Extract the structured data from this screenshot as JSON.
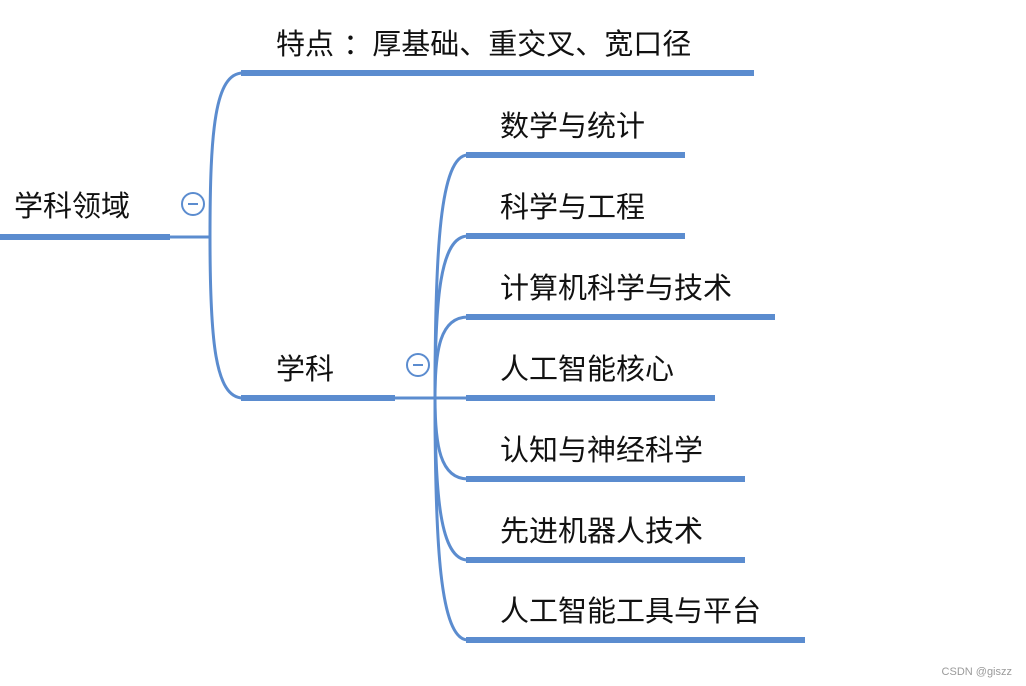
{
  "colors": {
    "branch": "#5b8ccf",
    "text": "#111111",
    "background": "#ffffff"
  },
  "root": {
    "label": "学科领域",
    "toggle_icon": "collapse-minus-icon"
  },
  "branches": {
    "features": {
      "label": "特点  ：厚基础、重交叉、宽口径"
    },
    "disciplines": {
      "label": "学科",
      "toggle_icon": "collapse-minus-icon",
      "children": [
        "数学与统计",
        "科学与工程",
        "计算机科学与技术",
        "人工智能核心",
        "认知与神经科学",
        "先进机器人技术",
        "人工智能工具与平台"
      ]
    }
  },
  "watermark": "CSDN @giszz"
}
